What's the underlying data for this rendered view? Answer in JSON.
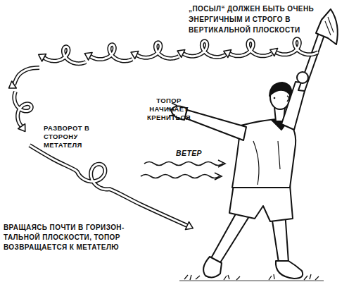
{
  "diagram": {
    "labels": [
      "„ПОСЫЛ“ ДОЛЖЕН БЫТЬ ОЧЕНЬ ЭНЕРГИЧНЫМ И СТРОГО В ВЕРТИКАЛЬНОЙ ПЛОСКОСТИ",
      "ТОПОР НАЧИНАЕТ КРЕНИТЬСЯ",
      "РАЗВОРОТ В СТОРОНУ МЕТАТЕЛЯ",
      "ВЕТЕР",
      "ВРАЩАЯСЬ ПОЧТИ В ГОРИЗОН- ТАЛЬНОЙ ПЛОСКОСТИ, ТОПОР ВОЗВРАЩАЕТСЯ К МЕТАТЕЛЮ"
    ]
  }
}
